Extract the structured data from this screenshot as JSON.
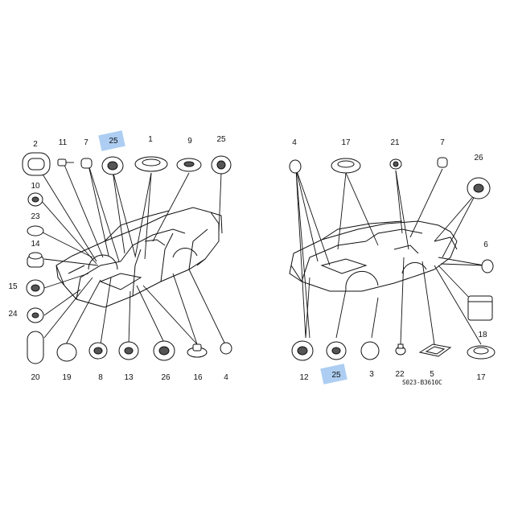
{
  "diagram": {
    "left_labels": [
      "2",
      "11",
      "7",
      "25",
      "1",
      "9",
      "25",
      "10",
      "23",
      "14",
      "15",
      "24",
      "20",
      "19",
      "8",
      "13",
      "26",
      "16",
      "4"
    ],
    "right_labels": [
      "4",
      "17",
      "21",
      "7",
      "26",
      "6",
      "18",
      "12",
      "25",
      "3",
      "22",
      "5",
      "17"
    ],
    "code": "S023-B3610C",
    "highlight_color": "#9fc6f0"
  }
}
